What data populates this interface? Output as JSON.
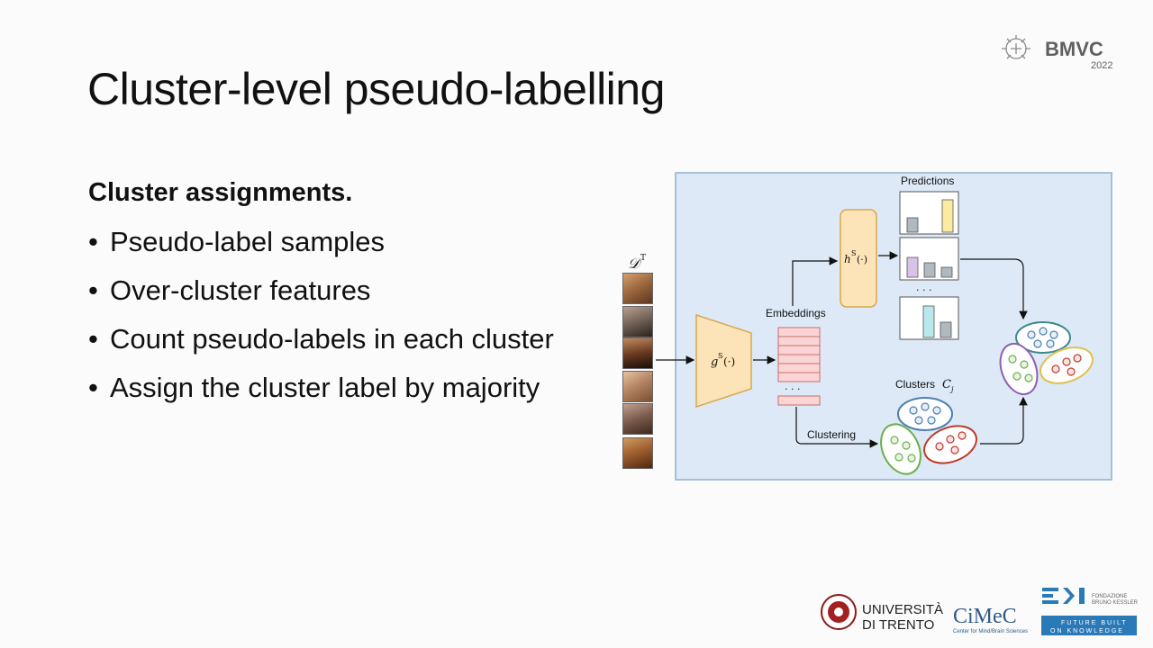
{
  "slide": {
    "title": "Cluster-level pseudo-labelling",
    "section_heading": "Cluster assignments.",
    "bullets": [
      "Pseudo-label samples",
      "Over-cluster features",
      "Count pseudo-labels in each cluster",
      "Assign the cluster label by majority"
    ]
  },
  "logos": {
    "conference": "BMVC",
    "conference_year": "2022",
    "university": [
      "UNIVERSITÀ",
      "DI TRENTO"
    ],
    "cimec": "CiMeC",
    "cimec_sub": "Center for Mind/Brain Sciences",
    "fbk": "FBK",
    "fbk_name": [
      "FONDAZIONE",
      "BRUNO KESSLER"
    ],
    "fbk_tagline": [
      "FUTURE BUILT",
      "ON KNOWLEDGE"
    ]
  },
  "diagram": {
    "input_label": "𝒟",
    "input_sup": "T",
    "encoder_label": "g",
    "encoder_sup": "S",
    "encoder_arg": "(·)",
    "head_label": "h",
    "head_sup": "S",
    "head_arg": "(·)",
    "embeddings_label": "Embeddings",
    "predictions_label": "Predictions",
    "clusters_label": "Clusters",
    "clusters_symbol": "C",
    "clusters_sub": "j",
    "clustering_label": "Clustering",
    "ellipsis": "· · ·",
    "colors": {
      "panel_bg": "#dde9f7",
      "panel_border": "#8fb0d0",
      "encoder_fill": "#fce4b8",
      "encoder_stroke": "#d9a84e",
      "embedding_fill": "#fbd5d5",
      "embedding_stroke": "#c96d6d",
      "cluster_blue": "#4a7fb0",
      "cluster_red": "#c0392b",
      "cluster_green": "#6ab04c",
      "cluster_teal": "#3a8a8a",
      "cluster_purple": "#8e5fb0",
      "cluster_yellow": "#e0c050"
    }
  }
}
